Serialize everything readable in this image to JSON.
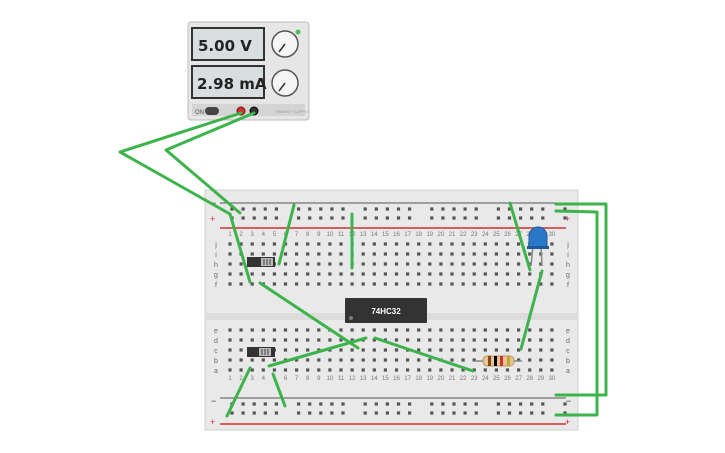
{
  "power_supply": {
    "voltage_display": "5.00 V",
    "current_display": "2.98 mA",
    "on_label": "ON",
    "brand_label": "ENERGY SUPPLY"
  },
  "breadboard": {
    "rail_minus": "−",
    "rail_plus": "+",
    "row_letters_top": [
      "j",
      "i",
      "h",
      "g",
      "f"
    ],
    "row_letters_bottom": [
      "e",
      "d",
      "c",
      "b",
      "a"
    ],
    "column_numbers": [
      "1",
      "2",
      "3",
      "4",
      "5",
      "6",
      "7",
      "8",
      "9",
      "10",
      "11",
      "12",
      "13",
      "14",
      "15",
      "16",
      "17",
      "18",
      "19",
      "20",
      "21",
      "22",
      "23",
      "24",
      "25",
      "26",
      "27",
      "28",
      "29",
      "30"
    ]
  },
  "chip": {
    "label": "74HC32"
  },
  "colors": {
    "wire": "#3cb44b",
    "rail_red": "#d32f2f",
    "rail_black": "#555555",
    "board": "#e9e9e9",
    "led": "#2a79c9",
    "chip": "#333333"
  },
  "icons": [
    "voltage-knob-icon",
    "current-knob-icon",
    "led-icon",
    "resistor-icon",
    "slide-switch-icon"
  ]
}
